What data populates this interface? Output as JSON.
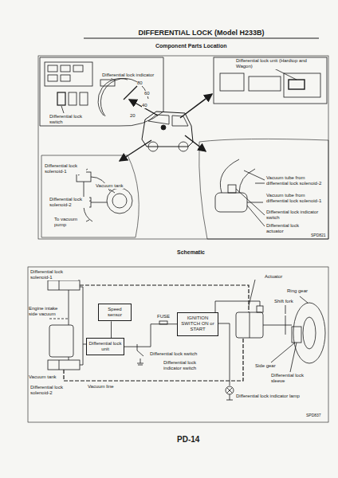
{
  "diagram": {
    "title": "DIFFERENTIAL LOCK (Model H233B)",
    "nodes": [
      {
        "text": [
          "Speed sensor"
        ]
      },
      {
        "text": [
          "Differential lock unit"
        ]
      },
      {
        "text": [
          "IGNITION SWITCH ON or START"
        ]
      }
    ],
    "edges": [
      {
        "from": 0,
        "to": 1,
        "arrow": "none"
      },
      {
        "from": 1,
        "to": 2,
        "arrow": "none"
      }
    ],
    "labels": [
      "Component Parts Location",
      "Differential lock indicator",
      "80",
      "60",
      "40",
      "20",
      "Differential lock switch",
      "Differential lock unit (Hardtop and Wagon)",
      "Differential lock solenoid-1",
      "Vacuum tank",
      "Differential lock solenoid-2",
      "To vacuum pump",
      "Vacuum tube from differential lock solenoid-2",
      "Vacuum tube from differential lock solenoid-1",
      "Differential lock indicator switch",
      "Differential lock actuator",
      "SPD821",
      "Schematic",
      "Differential lock solenoid-1",
      "Engine intake side vacuum",
      "Vacuum tank",
      "Differential lock solenoid-2",
      "Vacuum line",
      "FUSE",
      "Differential lock switch",
      "Differential lock indicator switch",
      "Actuator",
      "Ring gear",
      "Shift fork",
      "Side gear",
      "Differential lock sleeve",
      "Differential lock indicator lamp",
      "SPD837",
      "PD-14"
    ]
  }
}
